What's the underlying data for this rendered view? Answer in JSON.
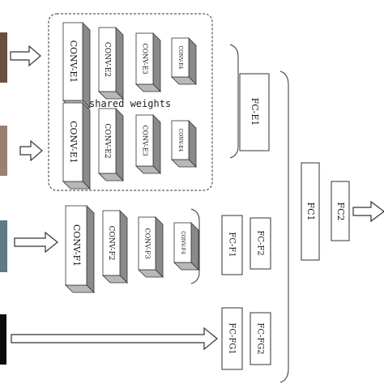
{
  "encoder": {
    "shared_label": "shared weights",
    "top_row": [
      "CONV-E1",
      "CONV-E2",
      "CONV-E3",
      "CONV-E4"
    ],
    "bottom_row": [
      "CONV-E1",
      "CONV-E2",
      "CONV-E3",
      "CONV-E4"
    ],
    "fc": "FC-E1"
  },
  "face": {
    "convs": [
      "CONV-F1",
      "CONV-F2",
      "CONV-F3",
      "CONV-F4"
    ],
    "fc1": "FC-F1",
    "fc2": "FC-F2"
  },
  "grid": {
    "fc1": "FC-FG1",
    "fc2": "FC-FG2"
  },
  "fusion": {
    "fc1": "FC1",
    "fc2": "FC2"
  },
  "colors": {
    "box_side": "#8a8a8a",
    "box_top": "#b8b8b8",
    "stroke": "#333333",
    "thumb_top": "#6a4e3e",
    "thumb_mid": "#9a8070",
    "thumb_low": "#5e7a84",
    "thumb_bottom": "#0c0c0c"
  }
}
